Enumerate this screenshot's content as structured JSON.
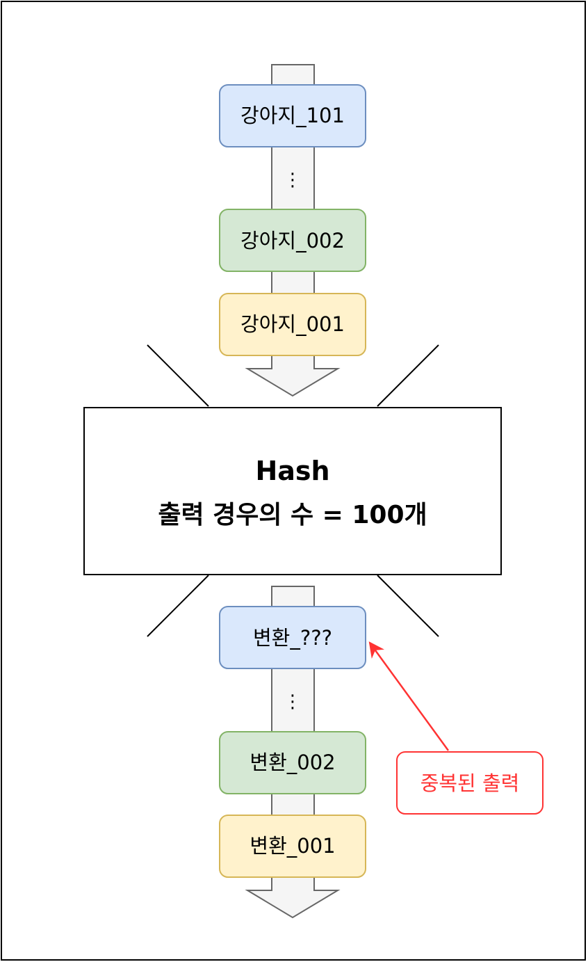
{
  "colors": {
    "blue_fill": "#dae8fc",
    "blue_stroke": "#6c8ebf",
    "green_fill": "#d5e8d4",
    "green_stroke": "#82b366",
    "yellow_fill": "#fff2cc",
    "yellow_stroke": "#d6b656",
    "arrow_fill": "#f5f5f5",
    "arrow_stroke": "#666666",
    "accent_red": "#ff3333"
  },
  "inputs": {
    "item_101": "강아지_101",
    "ellipsis": "⋮",
    "item_002": "강아지_002",
    "item_001": "강아지_001"
  },
  "hash_box": {
    "title": "Hash",
    "subtitle": "출력 경우의 수 = 100개"
  },
  "outputs": {
    "item_unknown": "변환_???",
    "ellipsis": "⋮",
    "item_002": "변환_002",
    "item_001": "변환_001"
  },
  "callout": {
    "label": "중복된 출력"
  }
}
